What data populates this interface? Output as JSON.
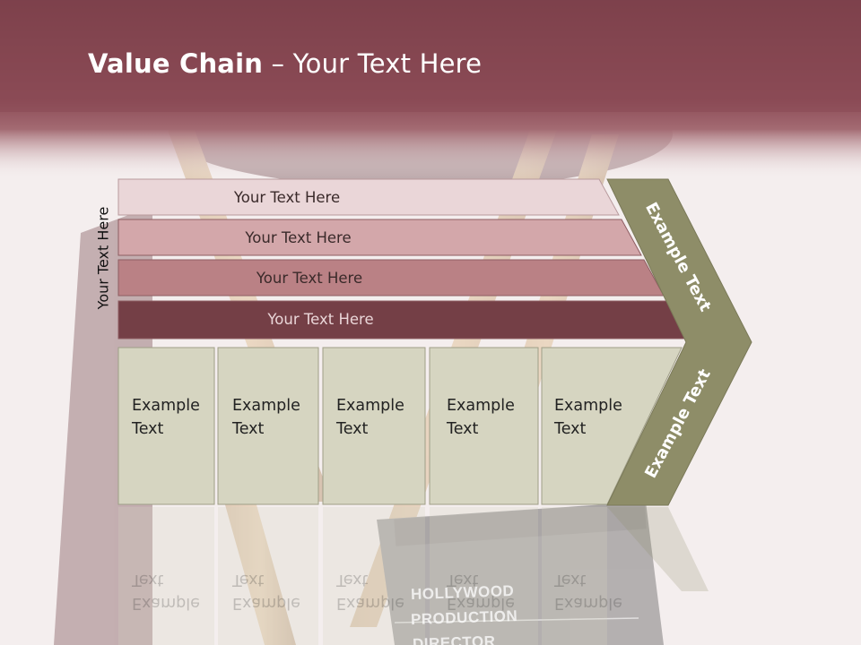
{
  "title": {
    "bold": "Value Chain",
    "rest": " – Your Text Here"
  },
  "side_label": "Your Text Here",
  "bands": [
    {
      "label": "Your Text Here",
      "color": "#ead6d8"
    },
    {
      "label": "Your Text Here",
      "color": "#d3a7aa"
    },
    {
      "label": "Your Text Here",
      "color": "#ba8185"
    },
    {
      "label": "Your Text Here",
      "color": "#743f46"
    }
  ],
  "boxes": [
    {
      "line1": "Example",
      "line2": "Text"
    },
    {
      "line1": "Example",
      "line2": "Text"
    },
    {
      "line1": "Example",
      "line2": "Text"
    },
    {
      "line1": "Example",
      "line2": "Text"
    },
    {
      "line1": "Example",
      "line2": "Text"
    }
  ],
  "arrow": {
    "upper": "Example Text",
    "lower": "Example Text",
    "color": "#8e8d68"
  },
  "clapper": {
    "line1": "HOLLYWOOD",
    "line2": "PRODUCTION",
    "line3": "DIRECTOR"
  },
  "colors": {
    "header": "#8b4a55",
    "box_fill": "#d6d5c1",
    "box_border": "#9f9e87"
  }
}
